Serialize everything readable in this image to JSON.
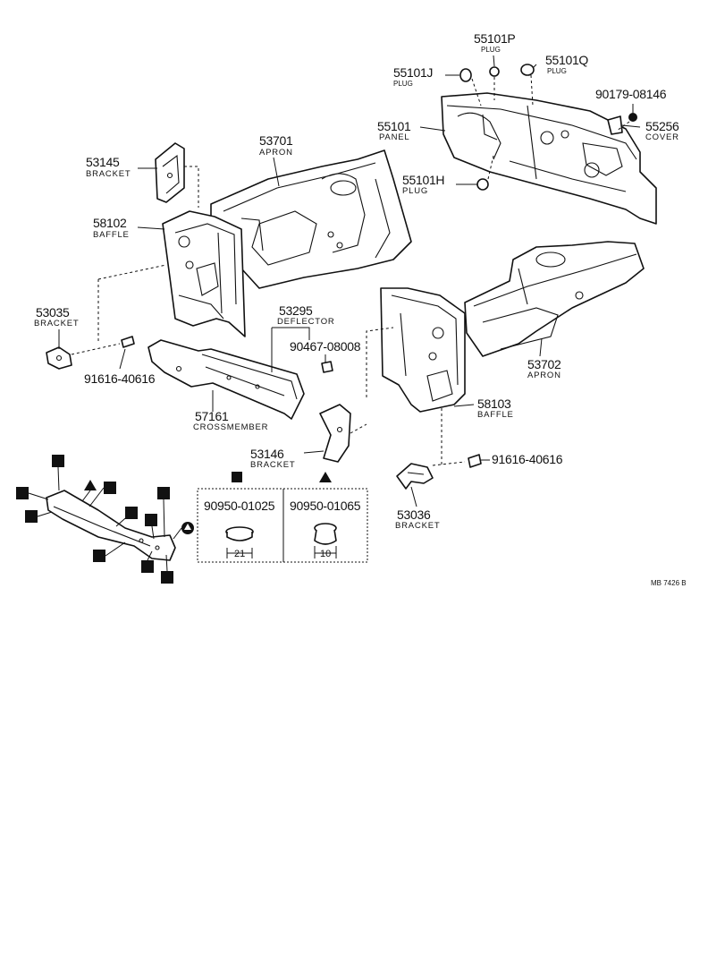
{
  "parts": {
    "p55101P": {
      "number": "55101P",
      "name": "PLUG"
    },
    "p55101Q": {
      "number": "55101Q",
      "name": "PLUG"
    },
    "p55101J": {
      "number": "55101J",
      "name": "PLUG"
    },
    "p90179": {
      "number": "90179-08146"
    },
    "p55101": {
      "number": "55101",
      "name": "PANEL"
    },
    "p55256": {
      "number": "55256",
      "name": "COVER"
    },
    "p55101H": {
      "number": "55101H",
      "name": "PLUG"
    },
    "p53701": {
      "number": "53701",
      "name": "APRON"
    },
    "p53145": {
      "number": "53145",
      "name": "BRACKET"
    },
    "p58102": {
      "number": "58102",
      "name": "BAFFLE"
    },
    "p53035": {
      "number": "53035",
      "name": "BRACKET"
    },
    "p91616L": {
      "number": "91616-40616"
    },
    "p53295": {
      "number": "53295",
      "name": "DEFLECTOR"
    },
    "p90467": {
      "number": "90467-08008"
    },
    "p57161": {
      "number": "57161",
      "name": "CROSSMEMBER"
    },
    "p53702": {
      "number": "53702",
      "name": "APRON"
    },
    "p58103": {
      "number": "58103",
      "name": "BAFFLE"
    },
    "p53146": {
      "number": "53146",
      "name": "BRACKET"
    },
    "p91616R": {
      "number": "91616-40616"
    },
    "p53036": {
      "number": "53036",
      "name": "BRACKET"
    }
  },
  "inset": {
    "left": {
      "number": "90950-01025",
      "dimension": "21"
    },
    "right": {
      "number": "90950-01065",
      "dimension": "10"
    }
  },
  "drawing_code": "MB 7426 B"
}
